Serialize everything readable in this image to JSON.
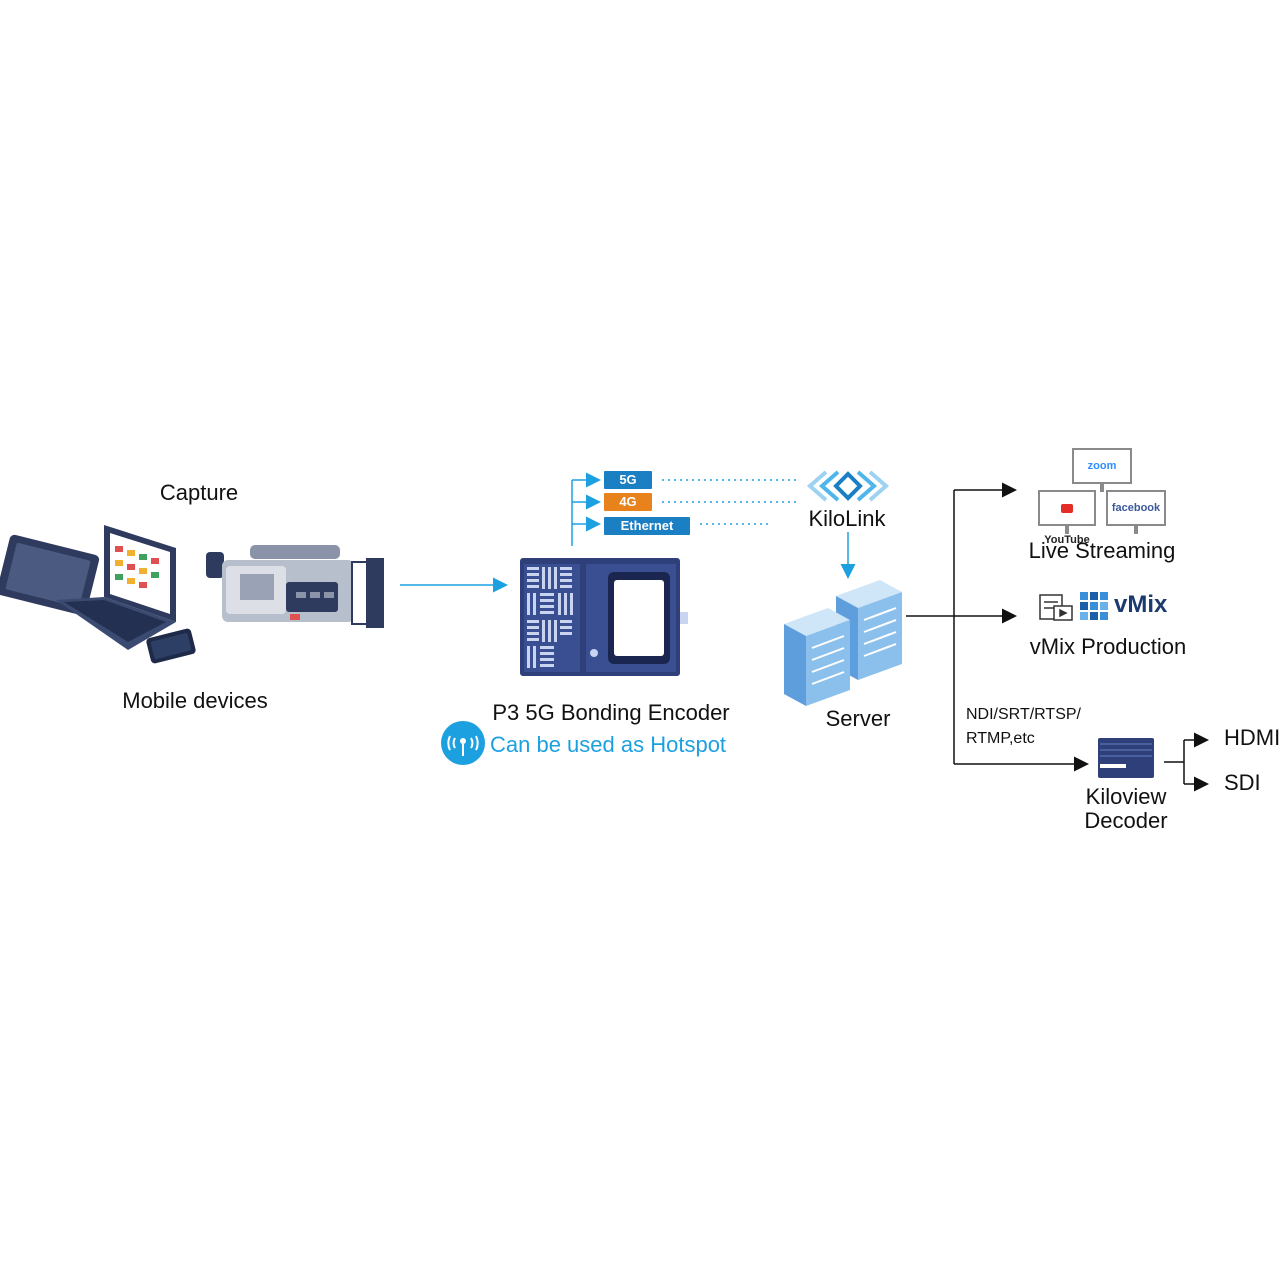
{
  "labels": {
    "capture": "Capture",
    "mobile_devices": "Mobile devices",
    "encoder": "P3 5G Bonding Encoder",
    "hotspot": "Can be used as Hotspot",
    "kilolink": "KiloLink",
    "server": "Server",
    "live_streaming": "Live Streaming",
    "vmix_production": "vMix Production",
    "protocols_line1": "NDI/SRT/RTSP/",
    "protocols_line2": "RTMP,etc",
    "decoder_line1": "Kiloview",
    "decoder_line2": "Decoder",
    "hdmi": "HDMI",
    "sdi": "SDI"
  },
  "network_tags": [
    {
      "label": "5G",
      "color": "#1b7fc4"
    },
    {
      "label": "4G",
      "color": "#e8821c"
    },
    {
      "label": "Ethernet",
      "color": "#1b7fc4"
    }
  ],
  "platforms": {
    "zoom": "zoom",
    "youtube": "YouTube",
    "facebook": "facebook",
    "vmix_logo": "vMix"
  },
  "colors": {
    "arrow_blue": "#1ca0e0",
    "device_navy": "#2e3f7a",
    "hotspot_blue": "#1ca0e0",
    "server_blue": "#7cb6e6"
  }
}
